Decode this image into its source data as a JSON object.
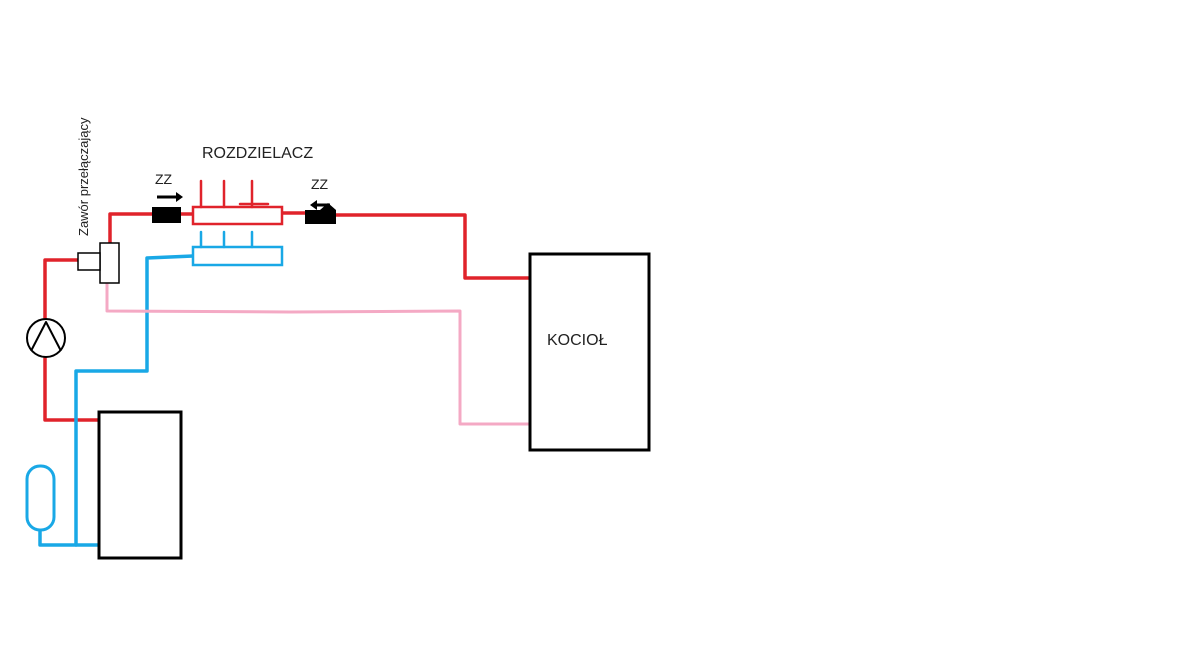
{
  "labels": {
    "manifold": "ROZDZIELACZ",
    "valve_left": "ZZ",
    "valve_right": "ZZ",
    "switch_valve": "Zawór przełączający",
    "boiler": "KOCIOŁ"
  },
  "colors": {
    "supply": "#e0232b",
    "return": "#19a8e6",
    "secondary": "#f4a9c4",
    "outline": "#000000"
  },
  "icons": [
    "pump-icon",
    "expansion-vessel-icon",
    "arrow-right-icon",
    "arrow-left-icon"
  ]
}
